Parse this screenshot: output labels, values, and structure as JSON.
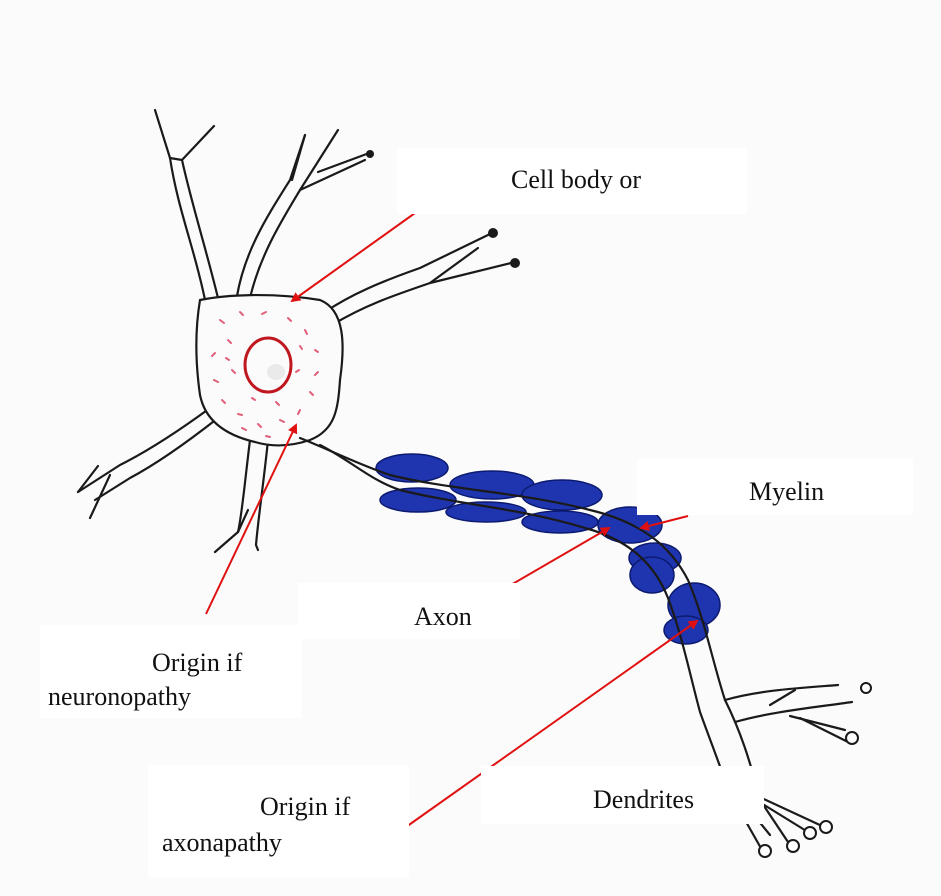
{
  "labels": {
    "cell_body": "Cell body or",
    "myelin": "Myelin",
    "axon": "Axon",
    "neuronopathy_line1": "Origin if",
    "neuronopathy_line2": "neuronopathy",
    "dendrites": "Dendrites",
    "axonopathy_line1": "Origin if",
    "axonopathy_line2": "axonapathy"
  },
  "colors": {
    "ink": "#1a1a1a",
    "arrow": "#e01010",
    "myelin": "#1f35b0",
    "nucleus": "#c0161e",
    "speckle": "#e0607a"
  }
}
